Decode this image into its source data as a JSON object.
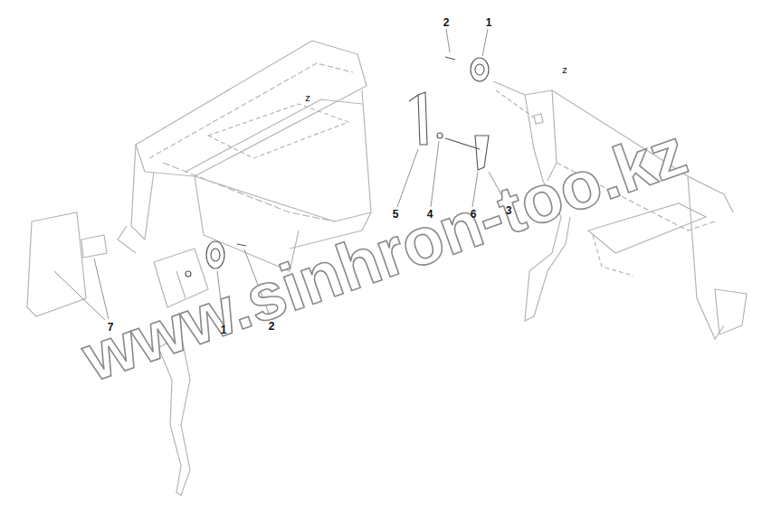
{
  "diagram": {
    "labels": [
      "2",
      "1",
      "z",
      "z",
      "5",
      "4",
      "6",
      "3",
      "7",
      "1",
      "2",
      "www.sinhron-too.kz"
    ]
  }
}
